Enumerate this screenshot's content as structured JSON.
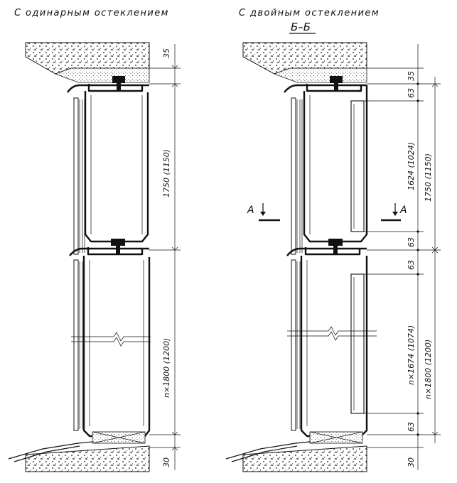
{
  "titles": {
    "left": "С одинарным остеклением",
    "right": "С двойным остеклением",
    "section": "Б–Б"
  },
  "section_marks": {
    "left": "А",
    "right": "А"
  },
  "left_dims": {
    "top": "35",
    "upper": "1750 (1150)",
    "lower": "n×1800 (1200)",
    "bottom": "30"
  },
  "right_dims": {
    "top": "35",
    "s63a": "63",
    "s1624": "1624 (1024)",
    "s1750": "1750 (1150)",
    "s63b": "63",
    "s63c": "63",
    "s1674": "n×1674 (1074)",
    "s1800": "n×1800 (1200)",
    "s63d": "63",
    "bottom": "30"
  }
}
